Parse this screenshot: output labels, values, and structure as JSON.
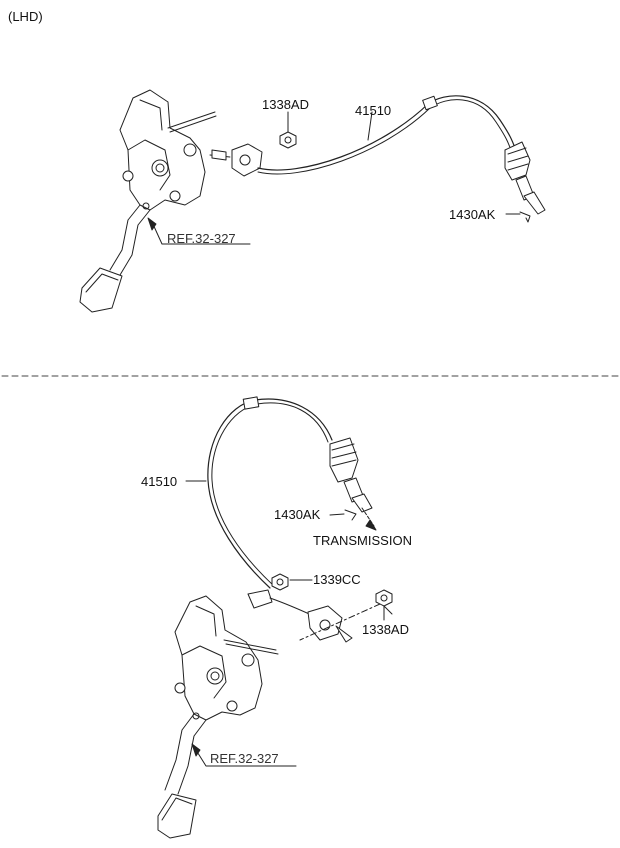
{
  "header": {
    "variant": "(LHD)"
  },
  "top_diagram": {
    "ref_label": "REF.32-327",
    "parts": {
      "nut": "1338AD",
      "cable": "41510",
      "clip": "1430AK"
    }
  },
  "bottom_diagram": {
    "ref_label": "REF.32-327",
    "destination": "TRANSMISSION",
    "parts": {
      "cable": "41510",
      "clip": "1430AK",
      "nut_upper": "1339CC",
      "nut_lower": "1338AD"
    }
  },
  "colors": {
    "line": "#222222",
    "ref_text": "#333333",
    "divider": "#444444"
  }
}
